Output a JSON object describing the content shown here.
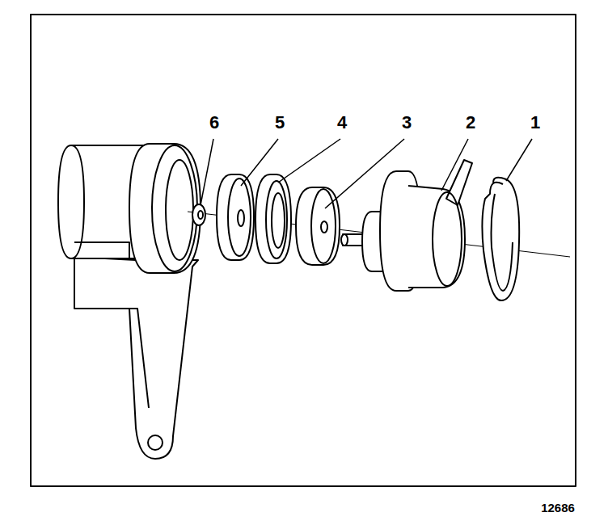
{
  "diagram": {
    "labels": [
      "6",
      "5",
      "4",
      "3",
      "2",
      "1",
      "12686"
    ]
  }
}
